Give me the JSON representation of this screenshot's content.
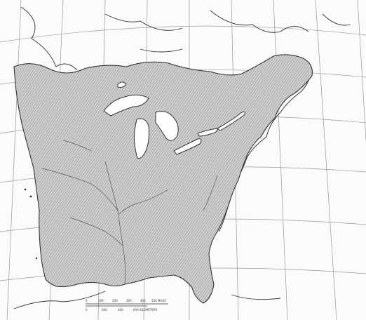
{
  "map": {
    "subject": "range map of eastern North America",
    "shading": "hatched",
    "colors": {
      "background": "#fbfbfb",
      "land_outline": "#333333",
      "graticule": "#9a9a9a",
      "range_fill": "#cfcfcf",
      "hatch": "#8d8d8d",
      "lakes": "#ffffff",
      "rivers": "#5a5a5a"
    }
  },
  "scale_bar": {
    "ticks_top": [
      "0",
      "100",
      "200",
      "300",
      "400",
      "500 MILES"
    ],
    "ticks_bottom": [
      "0",
      "200",
      "400",
      "600 KILOMETERS"
    ]
  }
}
